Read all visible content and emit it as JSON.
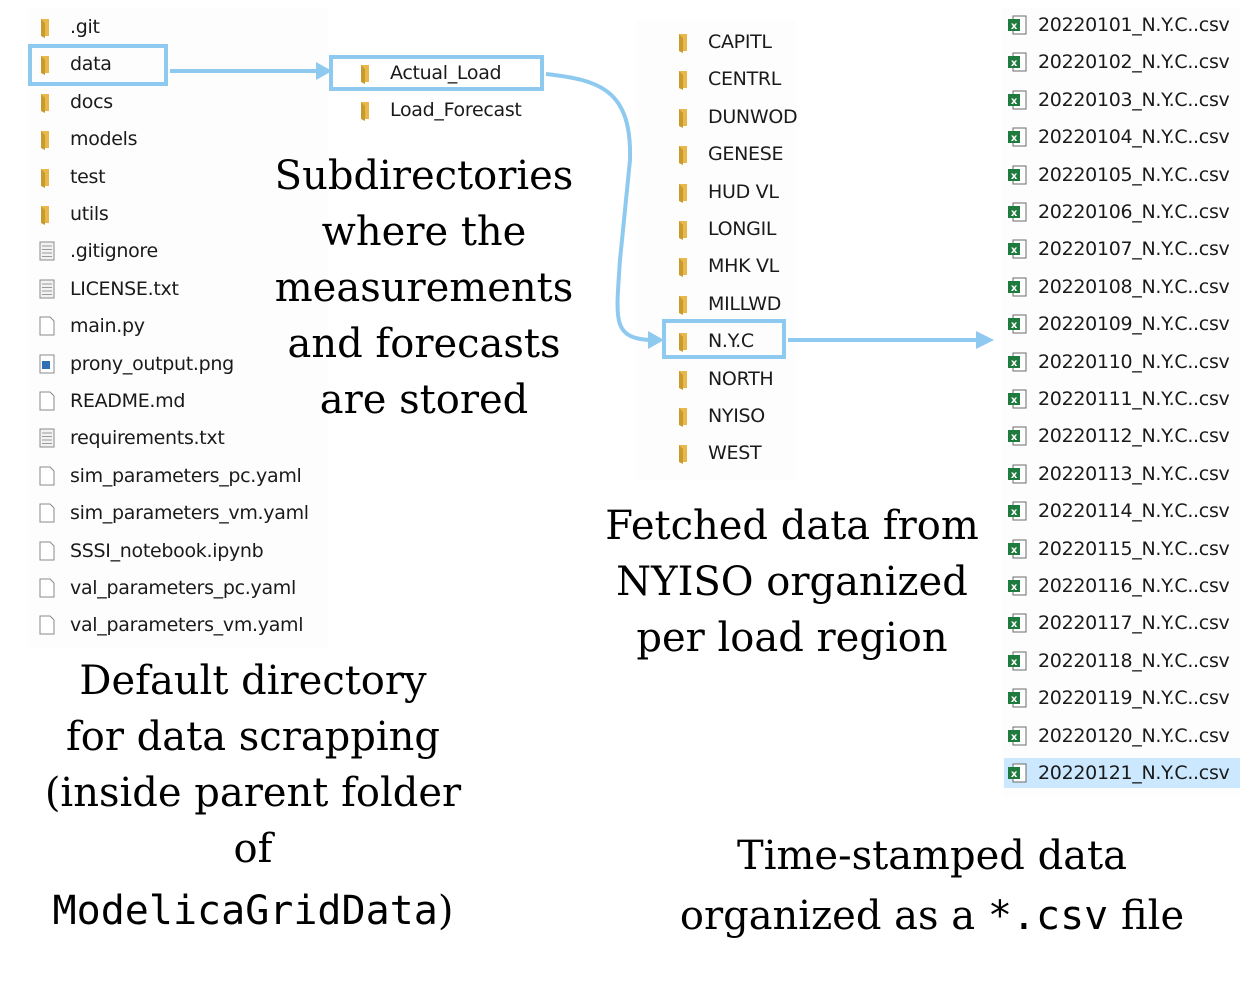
{
  "root_list": [
    {
      "name": ".git",
      "kind": "folder"
    },
    {
      "name": "data",
      "kind": "folder"
    },
    {
      "name": "docs",
      "kind": "folder"
    },
    {
      "name": "models",
      "kind": "folder"
    },
    {
      "name": "test",
      "kind": "folder"
    },
    {
      "name": "utils",
      "kind": "folder"
    },
    {
      "name": ".gitignore",
      "kind": "text"
    },
    {
      "name": "LICENSE.txt",
      "kind": "text"
    },
    {
      "name": "main.py",
      "kind": "file"
    },
    {
      "name": "prony_output.png",
      "kind": "image"
    },
    {
      "name": "README.md",
      "kind": "file"
    },
    {
      "name": "requirements.txt",
      "kind": "text"
    },
    {
      "name": "sim_parameters_pc.yaml",
      "kind": "file"
    },
    {
      "name": "sim_parameters_vm.yaml",
      "kind": "file"
    },
    {
      "name": "SSSI_notebook.ipynb",
      "kind": "file"
    },
    {
      "name": "val_parameters_pc.yaml",
      "kind": "file"
    },
    {
      "name": "val_parameters_vm.yaml",
      "kind": "file"
    }
  ],
  "data_subdirs": [
    {
      "name": "Actual_Load",
      "kind": "folder"
    },
    {
      "name": "Load_Forecast",
      "kind": "folder"
    }
  ],
  "regions": [
    {
      "name": "CAPITL",
      "kind": "folder"
    },
    {
      "name": "CENTRL",
      "kind": "folder"
    },
    {
      "name": "DUNWOD",
      "kind": "folder"
    },
    {
      "name": "GENESE",
      "kind": "folder"
    },
    {
      "name": "HUD VL",
      "kind": "folder"
    },
    {
      "name": "LONGIL",
      "kind": "folder"
    },
    {
      "name": "MHK VL",
      "kind": "folder"
    },
    {
      "name": "MILLWD",
      "kind": "folder"
    },
    {
      "name": "N.Y.C",
      "kind": "folder"
    },
    {
      "name": "NORTH",
      "kind": "folder"
    },
    {
      "name": "NYISO",
      "kind": "folder"
    },
    {
      "name": "WEST",
      "kind": "folder"
    }
  ],
  "csv_files": [
    {
      "name": "20220101_N.Y.C..csv",
      "kind": "excel"
    },
    {
      "name": "20220102_N.Y.C..csv",
      "kind": "excel"
    },
    {
      "name": "20220103_N.Y.C..csv",
      "kind": "excel"
    },
    {
      "name": "20220104_N.Y.C..csv",
      "kind": "excel"
    },
    {
      "name": "20220105_N.Y.C..csv",
      "kind": "excel"
    },
    {
      "name": "20220106_N.Y.C..csv",
      "kind": "excel"
    },
    {
      "name": "20220107_N.Y.C..csv",
      "kind": "excel"
    },
    {
      "name": "20220108_N.Y.C..csv",
      "kind": "excel"
    },
    {
      "name": "20220109_N.Y.C..csv",
      "kind": "excel"
    },
    {
      "name": "20220110_N.Y.C..csv",
      "kind": "excel"
    },
    {
      "name": "20220111_N.Y.C..csv",
      "kind": "excel"
    },
    {
      "name": "20220112_N.Y.C..csv",
      "kind": "excel"
    },
    {
      "name": "20220113_N.Y.C..csv",
      "kind": "excel"
    },
    {
      "name": "20220114_N.Y.C..csv",
      "kind": "excel"
    },
    {
      "name": "20220115_N.Y.C..csv",
      "kind": "excel"
    },
    {
      "name": "20220116_N.Y.C..csv",
      "kind": "excel"
    },
    {
      "name": "20220117_N.Y.C..csv",
      "kind": "excel"
    },
    {
      "name": "20220118_N.Y.C..csv",
      "kind": "excel"
    },
    {
      "name": "20220119_N.Y.C..csv",
      "kind": "excel"
    },
    {
      "name": "20220120_N.Y.C..csv",
      "kind": "excel"
    },
    {
      "name": "20220121_N.Y.C..csv",
      "kind": "excel"
    }
  ],
  "captions": {
    "subdirs": [
      "Subdirectories",
      "where the",
      "measurements",
      "and forecasts",
      "are stored"
    ],
    "fetched": [
      "Fetched data from",
      "NYISO organized",
      "per load region"
    ],
    "default_dir": [
      "Default directory",
      "for data scrapping",
      "(inside parent folder",
      "of"
    ],
    "default_dir_code": "ModelicaGridData",
    "default_dir_tail": ")",
    "timestamped": "Time-stamped data",
    "organized_as": "organized as a ",
    "csv_code": "*.csv",
    "file_word": " file"
  },
  "colors": {
    "highlight": "#8ec9ef",
    "folder": "#e8b84a",
    "excel": "#1f7a3d",
    "selected_row": "#cce8ff"
  }
}
